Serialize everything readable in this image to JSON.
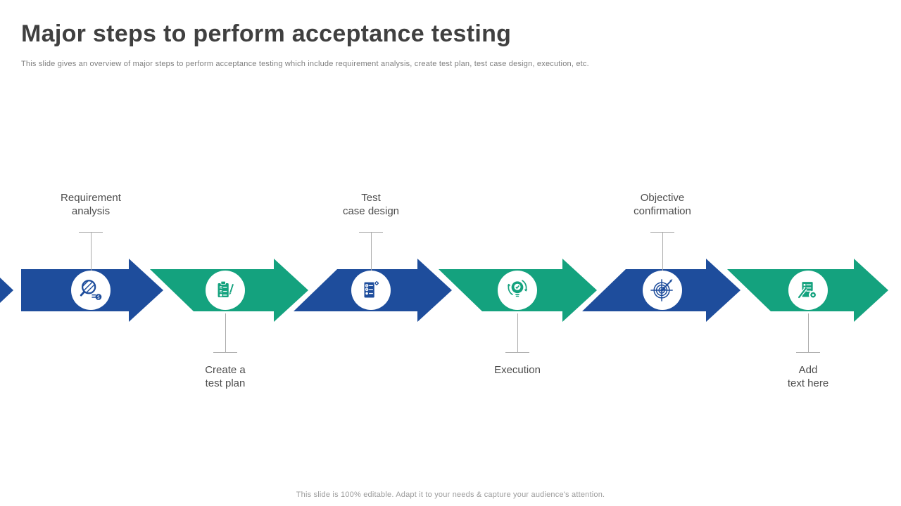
{
  "slide": {
    "title": "Major steps to perform acceptance testing",
    "subtitle": "This slide gives an overview of major steps to perform acceptance testing which include requirement analysis, create test plan, test case design, execution, etc.",
    "footer": "This slide is 100% editable. Adapt it to your needs & capture your audience's attention."
  },
  "colors": {
    "arrow_blue": "#1E4D9C",
    "arrow_green": "#14A27E",
    "title_text": "#404040",
    "muted_text": "#7F7F7F",
    "label_text": "#4D4D4D",
    "connector": "#ABABAB"
  },
  "steps": [
    {
      "label": "Requirement\nanalysis",
      "icon": "magnifier-analysis-icon",
      "color": "#1E4D9C",
      "label_position": "above"
    },
    {
      "label": "Create a\ntest plan",
      "icon": "clipboard-pencil-icon",
      "color": "#14A27E",
      "label_position": "below"
    },
    {
      "label": "Test\ncase design",
      "icon": "checklist-gear-icon",
      "color": "#1E4D9C",
      "label_position": "above"
    },
    {
      "label": "Execution",
      "icon": "lightbulb-check-icon",
      "color": "#14A27E",
      "label_position": "below"
    },
    {
      "label": "Objective\nconfirmation",
      "icon": "target-arrow-icon",
      "color": "#1E4D9C",
      "label_position": "above"
    },
    {
      "label": "Add\ntext here",
      "icon": "document-gear-icon",
      "color": "#14A27E",
      "label_position": "below"
    }
  ]
}
